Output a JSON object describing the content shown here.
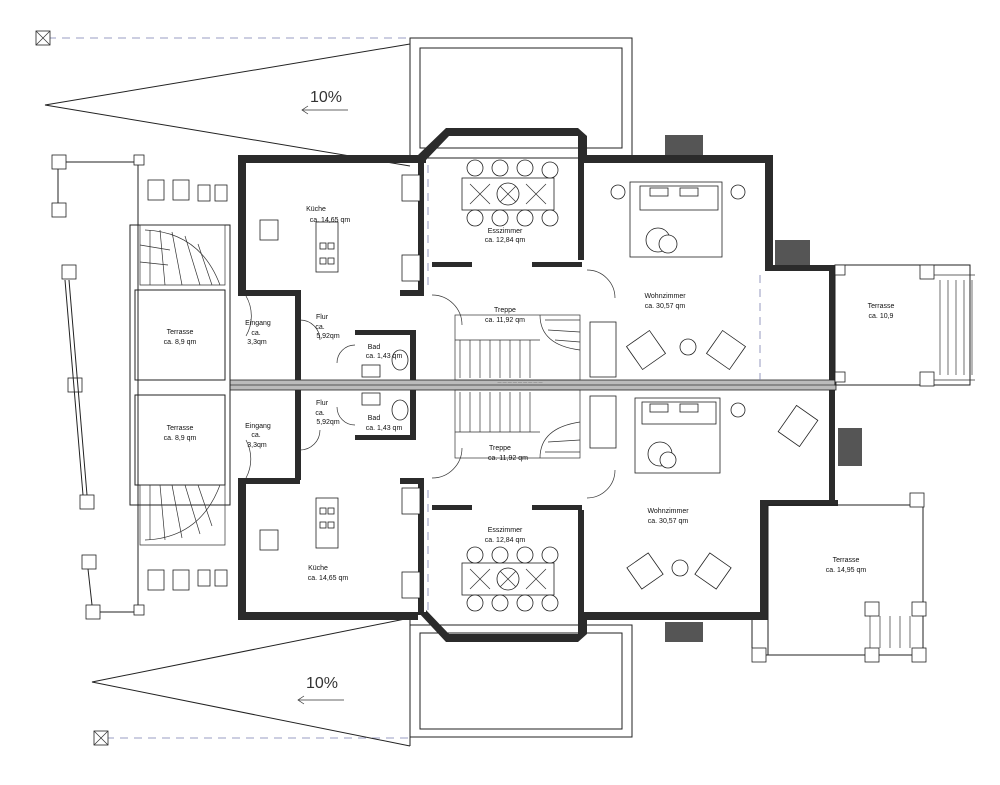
{
  "slope": {
    "top": "10%",
    "bottom": "10%"
  },
  "rooms": {
    "kueche_top": {
      "name": "Küche",
      "area": "ca. 14,65 qm"
    },
    "esszimmer_top": {
      "name": "Esszimmer",
      "area": "ca. 12,84 qm"
    },
    "wohnzimmer_top": {
      "name": "Wohnzimmer",
      "area": "ca. 30,57 qm"
    },
    "treppe_top": {
      "name": "Treppe",
      "area": "ca. 11,92 qm"
    },
    "terrasse_lt": {
      "name": "Terrasse",
      "area": "ca. 8,9 qm"
    },
    "eingang_top": {
      "name": "Eingang",
      "line2": "ca.",
      "area": "3,3qm"
    },
    "flur_top": {
      "name": "Flur",
      "line2": "ca.",
      "area": "5,92qm"
    },
    "bad_top": {
      "name": "Bad",
      "area": "ca. 1,43 qm"
    },
    "terrasse_rt": {
      "name": "Terrasse",
      "area": "ca. 10,9"
    },
    "terrasse_lb": {
      "name": "Terrasse",
      "area": "ca. 8,9 qm"
    },
    "eingang_bot": {
      "name": "Eingang",
      "line2": "ca.",
      "area": "3,3qm"
    },
    "flur_bot": {
      "name": "Flur",
      "line2": "ca.",
      "area": "5,92qm"
    },
    "bad_bot": {
      "name": "Bad",
      "area": "ca. 1,43 qm"
    },
    "treppe_bot": {
      "name": "Treppe",
      "area": "ca. 11,92 qm"
    },
    "wohnzimmer_bot": {
      "name": "Wohnzimmer",
      "area": "ca. 30,57 qm"
    },
    "esszimmer_bot": {
      "name": "Esszimmer",
      "area": "ca. 12,84 qm"
    },
    "kueche_bot": {
      "name": "Küche",
      "area": "ca. 14,65 qm"
    },
    "terrasse_rb": {
      "name": "Terrasse",
      "area": "ca. 14,95 qm"
    }
  },
  "colors": {
    "wall": "#2b2b2b",
    "line": "#222222",
    "dash": "#7a7fb0",
    "background": "#ffffff"
  }
}
